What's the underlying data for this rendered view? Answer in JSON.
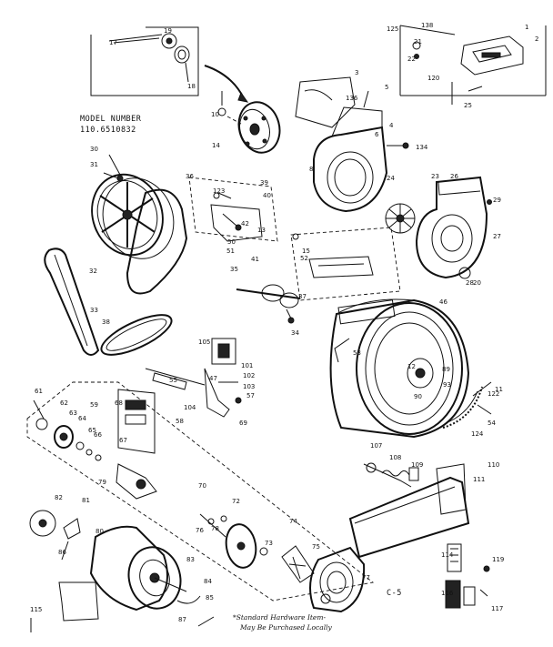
{
  "model": {
    "heading": "MODEL NUMBER",
    "number": "110.6510832"
  },
  "footnote": {
    "line1": "*Standard Hardware Item-",
    "line2": "May Be Purchased Locally"
  },
  "section_code": "C-5",
  "parts": [
    {
      "id": "p1",
      "text": "1"
    },
    {
      "id": "p2",
      "text": "2"
    },
    {
      "id": "p3",
      "text": "3"
    },
    {
      "id": "p4",
      "text": "4"
    },
    {
      "id": "p5",
      "text": "5"
    },
    {
      "id": "p6",
      "text": "6"
    },
    {
      "id": "p8",
      "text": "8"
    },
    {
      "id": "p10",
      "text": "10"
    },
    {
      "id": "p11",
      "text": "11"
    },
    {
      "id": "p12",
      "text": "12"
    },
    {
      "id": "p13",
      "text": "13"
    },
    {
      "id": "p14",
      "text": "14"
    },
    {
      "id": "p15",
      "text": "15"
    },
    {
      "id": "p17",
      "text": "17"
    },
    {
      "id": "p18",
      "text": "18"
    },
    {
      "id": "p19",
      "text": "19"
    },
    {
      "id": "p20",
      "text": "20"
    },
    {
      "id": "p21",
      "text": "21"
    },
    {
      "id": "p22",
      "text": "22"
    },
    {
      "id": "p23",
      "text": "23"
    },
    {
      "id": "p24",
      "text": "24"
    },
    {
      "id": "p25",
      "text": "25"
    },
    {
      "id": "p26",
      "text": "26"
    },
    {
      "id": "p27",
      "text": "27"
    },
    {
      "id": "p28",
      "text": "28"
    },
    {
      "id": "p29",
      "text": "29"
    },
    {
      "id": "p30",
      "text": "30"
    },
    {
      "id": "p31",
      "text": "31"
    },
    {
      "id": "p32",
      "text": "32"
    },
    {
      "id": "p33",
      "text": "33"
    },
    {
      "id": "p34",
      "text": "34"
    },
    {
      "id": "p35",
      "text": "35"
    },
    {
      "id": "p36",
      "text": "36"
    },
    {
      "id": "p37",
      "text": "37"
    },
    {
      "id": "p38",
      "text": "38"
    },
    {
      "id": "p39",
      "text": "39"
    },
    {
      "id": "p40",
      "text": "40"
    },
    {
      "id": "p41",
      "text": "41"
    },
    {
      "id": "p42",
      "text": "42"
    },
    {
      "id": "p46",
      "text": "46"
    },
    {
      "id": "p47",
      "text": "47"
    },
    {
      "id": "p50",
      "text": "50"
    },
    {
      "id": "p51",
      "text": "51"
    },
    {
      "id": "p52",
      "text": "52"
    },
    {
      "id": "p53",
      "text": "53"
    },
    {
      "id": "p54",
      "text": "54"
    },
    {
      "id": "p55",
      "text": "55"
    },
    {
      "id": "p57",
      "text": "57"
    },
    {
      "id": "p58",
      "text": "58"
    },
    {
      "id": "p59",
      "text": "59"
    },
    {
      "id": "p61",
      "text": "61"
    },
    {
      "id": "p62",
      "text": "62"
    },
    {
      "id": "p63",
      "text": "63"
    },
    {
      "id": "p64",
      "text": "64"
    },
    {
      "id": "p65",
      "text": "65"
    },
    {
      "id": "p66",
      "text": "66"
    },
    {
      "id": "p67",
      "text": "67"
    },
    {
      "id": "p68",
      "text": "68"
    },
    {
      "id": "p69",
      "text": "69"
    },
    {
      "id": "p70",
      "text": "70"
    },
    {
      "id": "p72",
      "text": "72"
    },
    {
      "id": "p73",
      "text": "73"
    },
    {
      "id": "p74",
      "text": "74"
    },
    {
      "id": "p75",
      "text": "75"
    },
    {
      "id": "p76",
      "text": "76"
    },
    {
      "id": "p77",
      "text": "77"
    },
    {
      "id": "p78",
      "text": "78"
    },
    {
      "id": "p79",
      "text": "79"
    },
    {
      "id": "p80",
      "text": "80"
    },
    {
      "id": "p81",
      "text": "81"
    },
    {
      "id": "p82",
      "text": "82"
    },
    {
      "id": "p83",
      "text": "83"
    },
    {
      "id": "p84",
      "text": "84"
    },
    {
      "id": "p85",
      "text": "85"
    },
    {
      "id": "p86",
      "text": "86"
    },
    {
      "id": "p87",
      "text": "87"
    },
    {
      "id": "p89",
      "text": "89"
    },
    {
      "id": "p90",
      "text": "90"
    },
    {
      "id": "p93",
      "text": "93"
    },
    {
      "id": "p101",
      "text": "101"
    },
    {
      "id": "p102",
      "text": "102"
    },
    {
      "id": "p103",
      "text": "103"
    },
    {
      "id": "p104",
      "text": "104"
    },
    {
      "id": "p105",
      "text": "105"
    },
    {
      "id": "p107",
      "text": "107"
    },
    {
      "id": "p108",
      "text": "108"
    },
    {
      "id": "p109",
      "text": "109"
    },
    {
      "id": "p110",
      "text": "110"
    },
    {
      "id": "p111",
      "text": "111"
    },
    {
      "id": "p114",
      "text": "114"
    },
    {
      "id": "p115",
      "text": "115"
    },
    {
      "id": "p116",
      "text": "116"
    },
    {
      "id": "p117",
      "text": "117"
    },
    {
      "id": "p119",
      "text": "119"
    },
    {
      "id": "p120",
      "text": "120"
    },
    {
      "id": "p122",
      "text": "122"
    },
    {
      "id": "p123",
      "text": "123"
    },
    {
      "id": "p124",
      "text": "124"
    },
    {
      "id": "p125",
      "text": "125"
    },
    {
      "id": "p134",
      "text": "134"
    },
    {
      "id": "p136",
      "text": "136"
    },
    {
      "id": "p138",
      "text": "138"
    }
  ]
}
